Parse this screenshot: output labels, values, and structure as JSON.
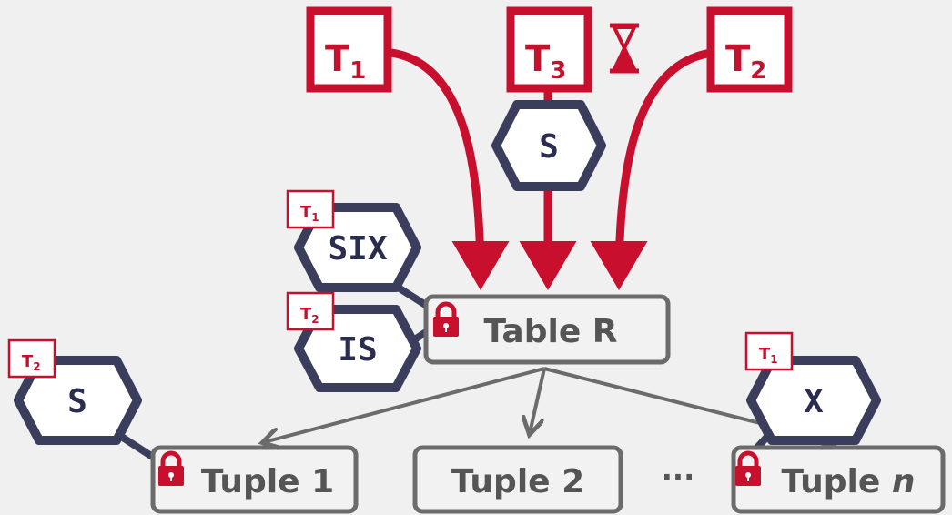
{
  "transactions": [
    {
      "label": "T",
      "sub": "1"
    },
    {
      "label": "T",
      "sub": "3"
    },
    {
      "label": "T",
      "sub": "2"
    }
  ],
  "waiting_icon": "hourglass-icon",
  "pending_lock": {
    "mode": "S"
  },
  "table": {
    "label": "Table R"
  },
  "table_locks": [
    {
      "mode": "SIX",
      "holder": {
        "label": "T",
        "sub": "1"
      }
    },
    {
      "mode": "IS",
      "holder": {
        "label": "T",
        "sub": "2"
      }
    }
  ],
  "tuples": [
    {
      "label": "Tuple 1",
      "lock": {
        "mode": "S",
        "holder": {
          "label": "T",
          "sub": "2"
        }
      }
    },
    {
      "label": "Tuple 2"
    },
    {
      "label": "Tuple",
      "italic": "n",
      "lock": {
        "mode": "X",
        "holder": {
          "label": "T",
          "sub": "1"
        }
      }
    }
  ],
  "ellipsis": "···",
  "lock_icon": "padlock-icon",
  "colors": {
    "accent": "#c8102e",
    "lock_outline": "#3b3d5c",
    "node_border": "#6b6b6b",
    "background": "#f0f0f0"
  }
}
